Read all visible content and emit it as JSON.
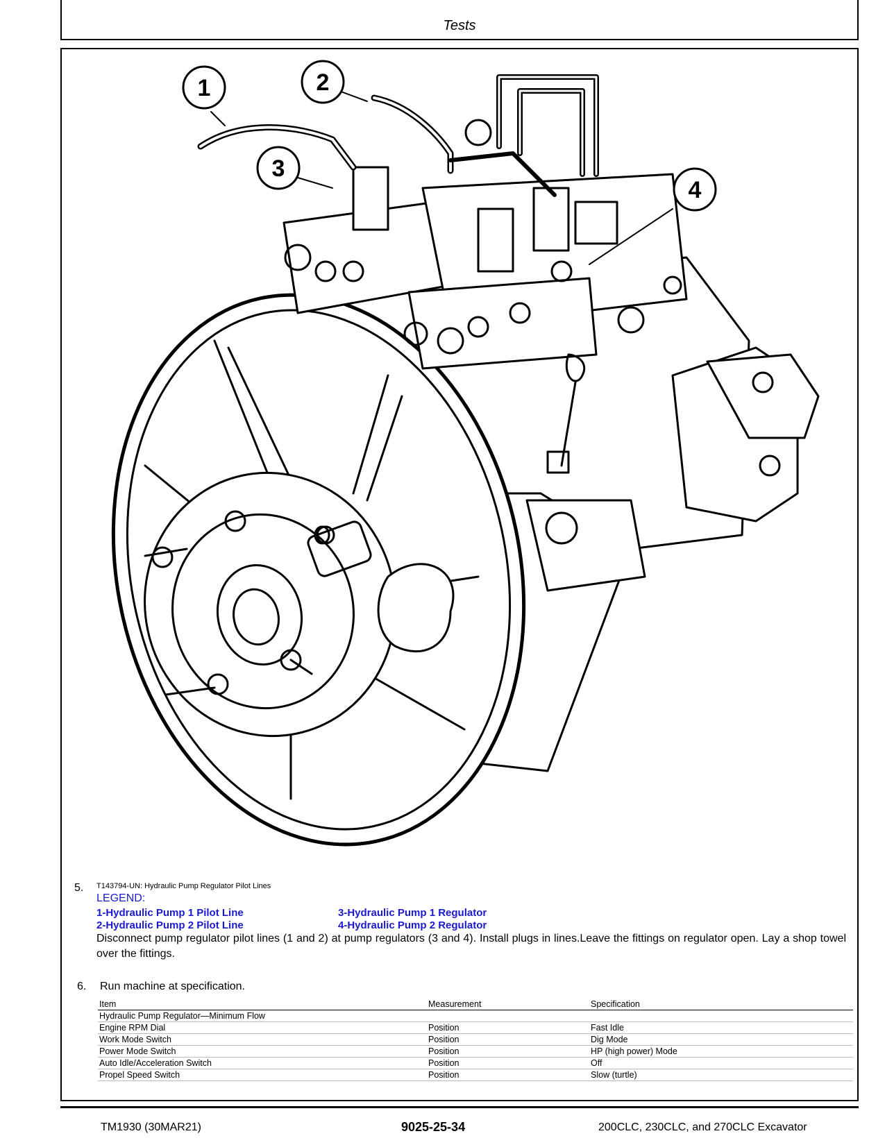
{
  "header": {
    "section_title": "Tests"
  },
  "figure": {
    "callouts": [
      "1",
      "2",
      "3",
      "4"
    ],
    "icon": "hydraulic-pump-assembly-drawing"
  },
  "step5": {
    "number": "5.",
    "caption": "T143794-UN: Hydraulic Pump Regulator Pilot Lines",
    "legend_title": "LEGEND:",
    "legend": [
      "1-Hydraulic Pump 1 Pilot Line",
      "2-Hydraulic Pump 2 Pilot Line",
      "3-Hydraulic Pump 1 Regulator",
      "4-Hydraulic Pump 2 Regulator"
    ],
    "text": "Disconnect pump regulator pilot lines (1 and 2) at pump regulators (3 and 4). Install plugs in lines.Leave the fittings on regulator open. Lay a shop towel over the fittings."
  },
  "step6": {
    "number": "6.",
    "text": "Run machine at specification.",
    "table": {
      "headers": [
        "Item",
        "Measurement",
        "Specification"
      ],
      "rows": [
        [
          "Hydraulic Pump Regulator—Minimum Flow",
          "",
          ""
        ],
        [
          "Engine RPM Dial",
          "Position",
          "Fast Idle"
        ],
        [
          "Work Mode Switch",
          "Position",
          "Dig Mode"
        ],
        [
          "Power Mode Switch",
          "Position",
          "HP (high power) Mode"
        ],
        [
          "Auto Idle/Acceleration Switch",
          "Position",
          "Off"
        ],
        [
          "Propel Speed Switch",
          "Position",
          "Slow (turtle)"
        ]
      ]
    }
  },
  "footer": {
    "doc_id": "TM1930 (30MAR21)",
    "page": "9025-25-34",
    "model": "200CLC, 230CLC, and 270CLC Excavator"
  }
}
